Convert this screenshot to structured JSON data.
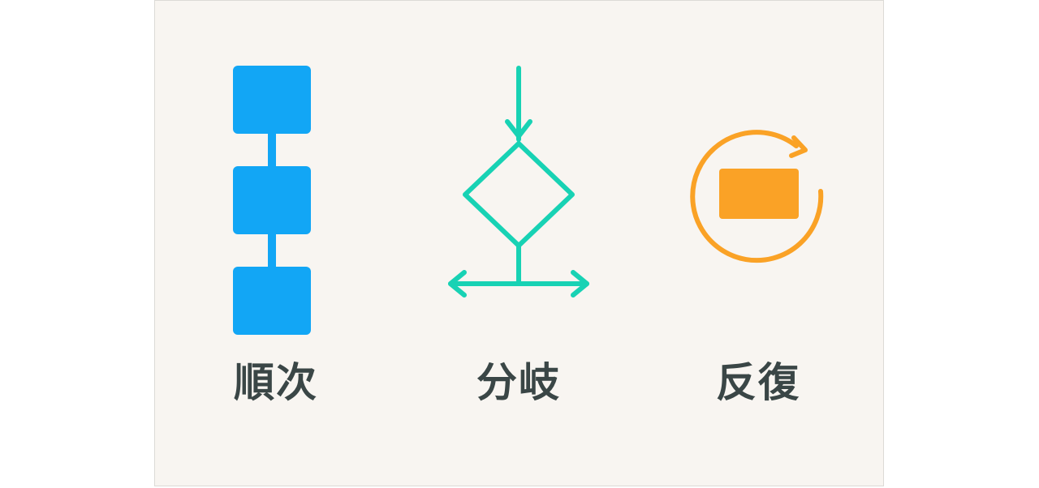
{
  "colors": {
    "background": "#f8f5f1",
    "sequence": "#12a6f5",
    "branch": "#18d2b4",
    "loop": "#faa226",
    "label_text": "#3a4646"
  },
  "panels": [
    {
      "id": "sequence",
      "icon": "sequence-blocks-icon",
      "label": "順次"
    },
    {
      "id": "branch",
      "icon": "branch-decision-icon",
      "label": "分岐"
    },
    {
      "id": "loop",
      "icon": "loop-arrow-icon",
      "label": "反復"
    }
  ]
}
